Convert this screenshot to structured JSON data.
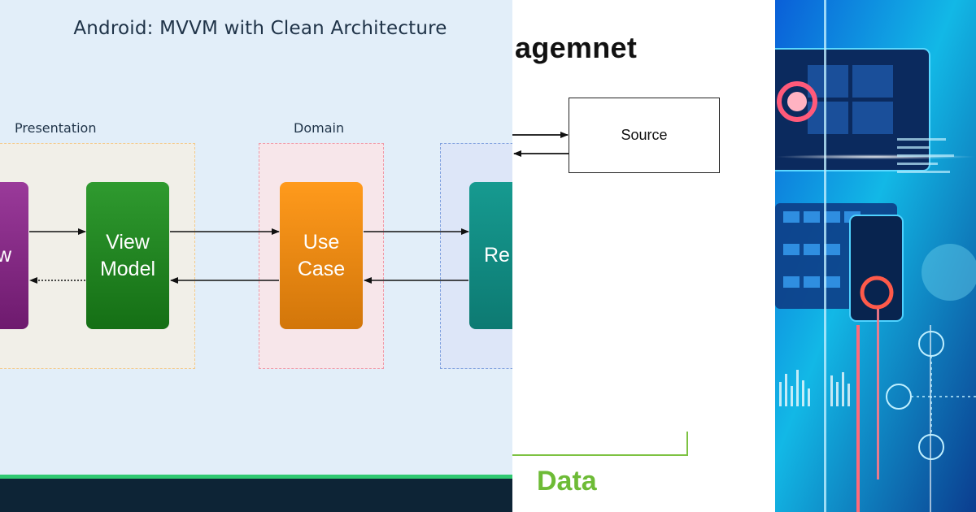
{
  "mvvm_panel": {
    "title": "Android: MVVM with Clean Architecture",
    "sections": {
      "presentation": "Presentation",
      "domain": "Domain"
    },
    "nodes": {
      "view": "w",
      "viewmodel": "View\nModel",
      "usecase": "Use\nCase",
      "repository": "Re"
    },
    "colors": {
      "view": "#7d2380",
      "viewmodel": "#1f8a1f",
      "usecase": "#f08a0d",
      "repository": "#11877e",
      "footer_accent": "#2fc972",
      "footer": "#0d2436"
    }
  },
  "source_panel": {
    "heading_fragment": "agemnet",
    "source_box": "Source",
    "data_label": "Data",
    "accent": "#6dbb36"
  },
  "art_panel": {
    "icons": [
      "chat-bubble-icon",
      "cloud-icon",
      "comment-icon"
    ]
  }
}
